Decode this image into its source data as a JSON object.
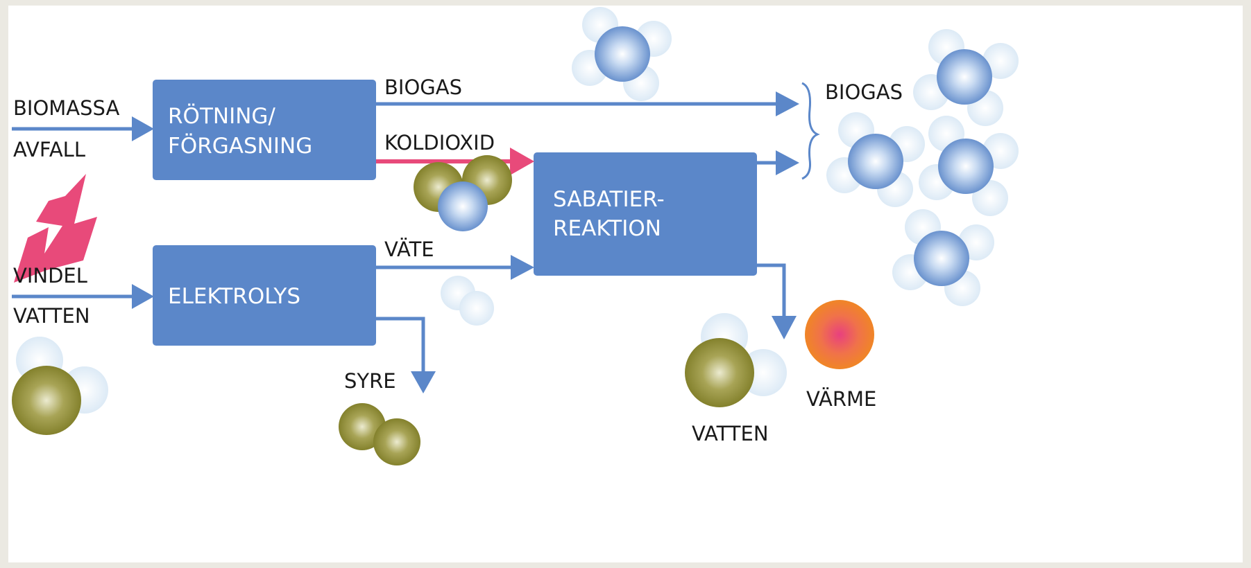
{
  "colors": {
    "box": "#5b87c9",
    "arrow_blue": "#5b87c9",
    "arrow_pink": "#e84a7a",
    "bolt": "#e84a7a",
    "hydrogen_atom": "#6f97d6",
    "hydrogen_light": "#dbe9f6",
    "oxygen_atom": "#8a8a2e",
    "heat_outer": "#f08a1e",
    "heat_inner": "#e8508a"
  },
  "inputs": {
    "biomassa": "BIOMASSA",
    "avfall": "AVFALL",
    "vindel": "VINDEL",
    "vatten": "VATTEN"
  },
  "boxes": {
    "rotning_line1": "RÖTNING/",
    "rotning_line2": "FÖRGASNING",
    "elektrolys": "ELEKTROLYS",
    "sabatier_line1": "SABATIER-",
    "sabatier_line2": "REAKTION"
  },
  "flows": {
    "biogas": "BIOGAS",
    "koldioxid": "KOLDIOXID",
    "vate": "VÄTE",
    "syre": "SYRE"
  },
  "outputs": {
    "biogas": "BIOGAS",
    "vatten": "VATTEN",
    "varme": "VÄRME"
  },
  "icons": [
    "lightning-bolt-icon",
    "water-molecule-icon",
    "oxygen-molecule-icon",
    "carbon-dioxide-molecule-icon",
    "hydrogen-molecule-icon",
    "methane-molecule-icon",
    "heat-icon"
  ]
}
